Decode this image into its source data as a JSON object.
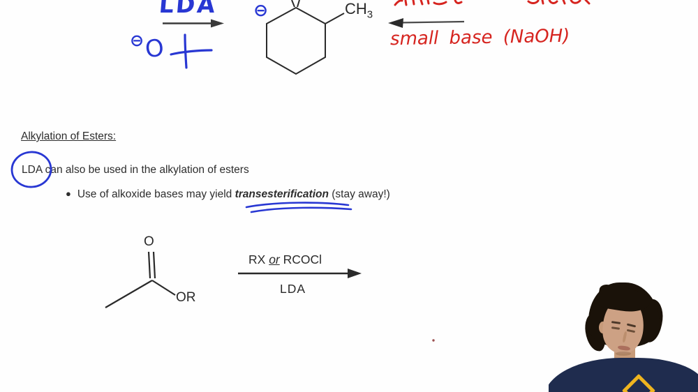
{
  "colors": {
    "blue_ink": "#2837d3",
    "red_ink": "#d6241f",
    "typed_text": "#2d2d2d",
    "structure_lines": "#2a2a2a",
    "shirt_navy": "#1f2c4e",
    "emblem_gold": "#efb51f"
  },
  "handwriting": {
    "lda_reagent": "LDA",
    "alkoxide_charge": "⊖",
    "alkoxide_oxygen": "O",
    "enolate_charge": "⊖",
    "small_base_note": "small base (NaOH)"
  },
  "typed": {
    "heading": "Alkylation of Esters:",
    "line1": "LDA can also be used in the alkylation of esters",
    "bullet_glyph": "●",
    "bullet_pre": "Use of alkoxide bases may yield ",
    "bullet_highlight": "transesterification",
    "bullet_post": " (stay away!)"
  },
  "structures": {
    "enolate": {
      "methyl_main": "CH",
      "methyl_sub": "3"
    },
    "ester": {
      "carbonyl_oxygen": "O",
      "or_group": "OR"
    }
  },
  "scheme": {
    "above_arrow_pre": "RX ",
    "above_arrow_or": "or",
    "above_arrow_post": " RCOCl",
    "below_arrow": "LDA"
  }
}
